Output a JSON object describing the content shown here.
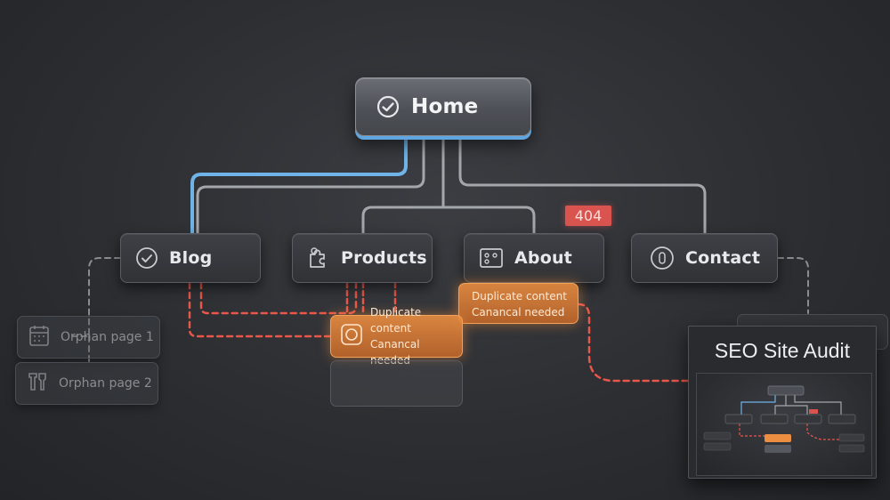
{
  "nodes": {
    "home": "Home",
    "blog": "Blog",
    "products": "Products",
    "about": "About",
    "contact": "Contact"
  },
  "orphans": [
    "Orphan page 1",
    "Orphan page 2"
  ],
  "issues": {
    "error_badge": "404",
    "about_warning": [
      "Duplicate content",
      "Canancal needed"
    ],
    "products_warning": [
      "Duplicate content",
      "Canancal needed"
    ]
  },
  "panel": {
    "title": "SEO Site Audit"
  },
  "colors": {
    "highlight_link": "#6fb3e8",
    "warning_link": "#e8574a",
    "warning_fill": "#eb8e42",
    "error_badge": "#d9544f",
    "link": "#a3a6ab"
  },
  "icons": {
    "home": "check-circle-icon",
    "blog": "check-circle-icon",
    "products": "puzzle-icon",
    "about": "grid-icon",
    "contact": "circle-icon",
    "orphan1": "calendar-icon",
    "orphan2": "tools-icon",
    "products_warning": "circle-square-icon"
  }
}
